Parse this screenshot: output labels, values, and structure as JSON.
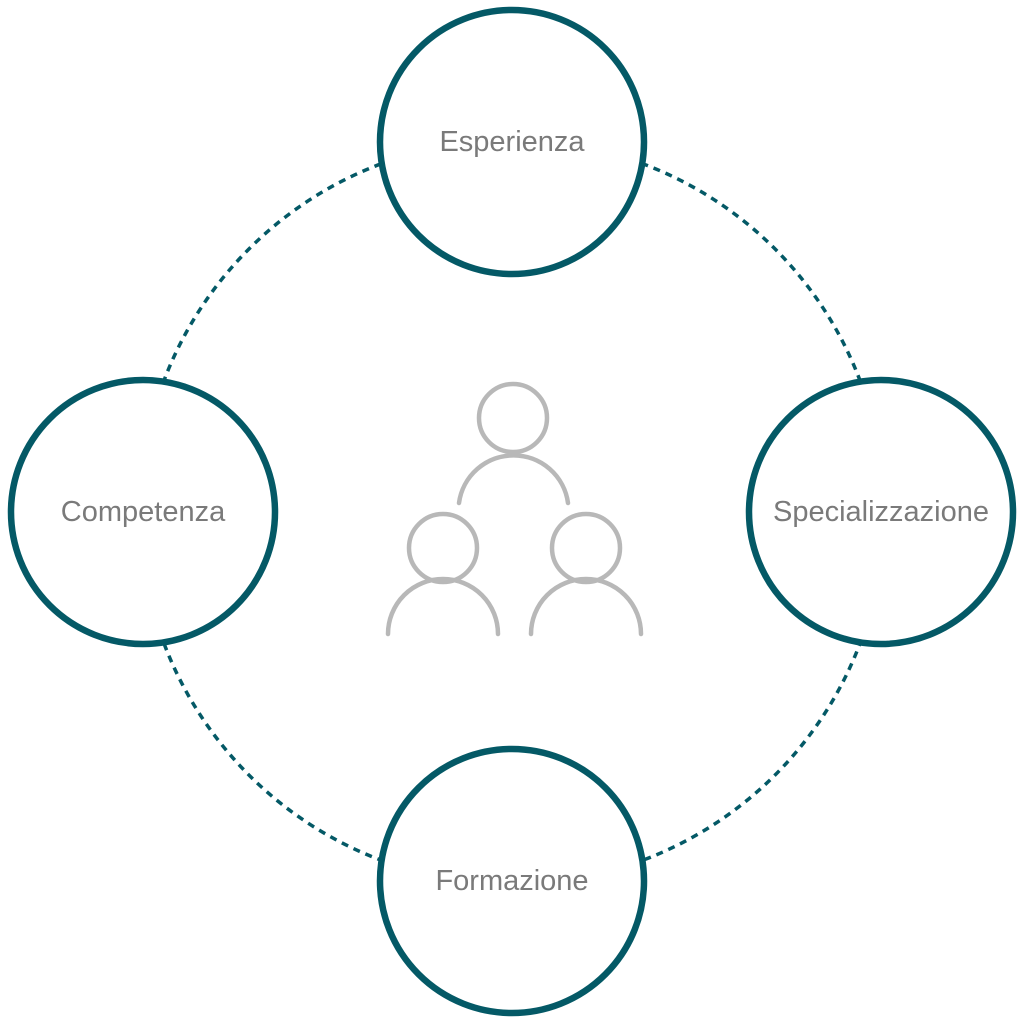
{
  "colors": {
    "ring": "#045966",
    "label_text": "#7a7a7a",
    "people_icon": "#b8b8b8",
    "background": "#ffffff"
  },
  "center": {
    "icon": "people-group-icon"
  },
  "nodes": [
    {
      "id": "top",
      "label": "Esperienza"
    },
    {
      "id": "right",
      "label": "Specializzazione"
    },
    {
      "id": "bottom",
      "label": "Formazione"
    },
    {
      "id": "left",
      "label": "Competenza"
    }
  ]
}
